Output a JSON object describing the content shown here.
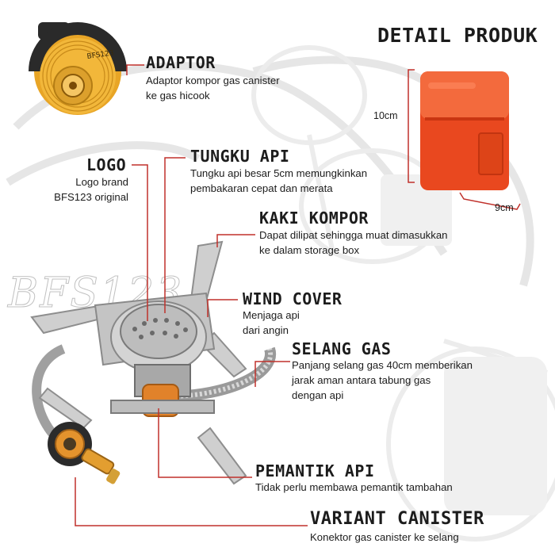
{
  "header": {
    "title": "DETAIL PRODUK"
  },
  "watermark": {
    "text": "BFS123"
  },
  "features": {
    "adaptor": {
      "title": "ADAPTOR",
      "lines": [
        "Adaptor kompor gas canister",
        "ke gas hicook"
      ]
    },
    "logo": {
      "title": "LOGO",
      "lines": [
        "Logo brand",
        "BFS123 original"
      ]
    },
    "tungku": {
      "title": "TUNGKU API",
      "lines": [
        "Tungku api besar 5cm memungkinkan",
        "pembakaran cepat dan merata"
      ]
    },
    "kaki": {
      "title": "KAKI KOMPOR",
      "lines": [
        "Dapat dilipat sehingga muat dimasukkan",
        "ke dalam storage box"
      ]
    },
    "wind": {
      "title": "WIND COVER",
      "lines": [
        "Menjaga api",
        "dari angin"
      ]
    },
    "selang": {
      "title": "SELANG GAS",
      "lines": [
        "Panjang selang gas 40cm memberikan",
        "jarak aman antara tabung gas",
        "dengan api"
      ]
    },
    "pemantik": {
      "title": "PEMANTIK API",
      "lines": [
        "Tidak perlu membawa pemantik tambahan"
      ]
    },
    "variant": {
      "title": "VARIANT CANISTER",
      "lines": [
        "Konektor gas canister ke selang"
      ]
    }
  },
  "dimensions": {
    "height": "10cm",
    "width": "9cm"
  },
  "adaptor_badge": {
    "text": "BFS123"
  },
  "colors": {
    "callout_line": "#c0312b",
    "box": "#f05a32",
    "brass": "#e0a22a",
    "steel": "#b8b8b8"
  }
}
